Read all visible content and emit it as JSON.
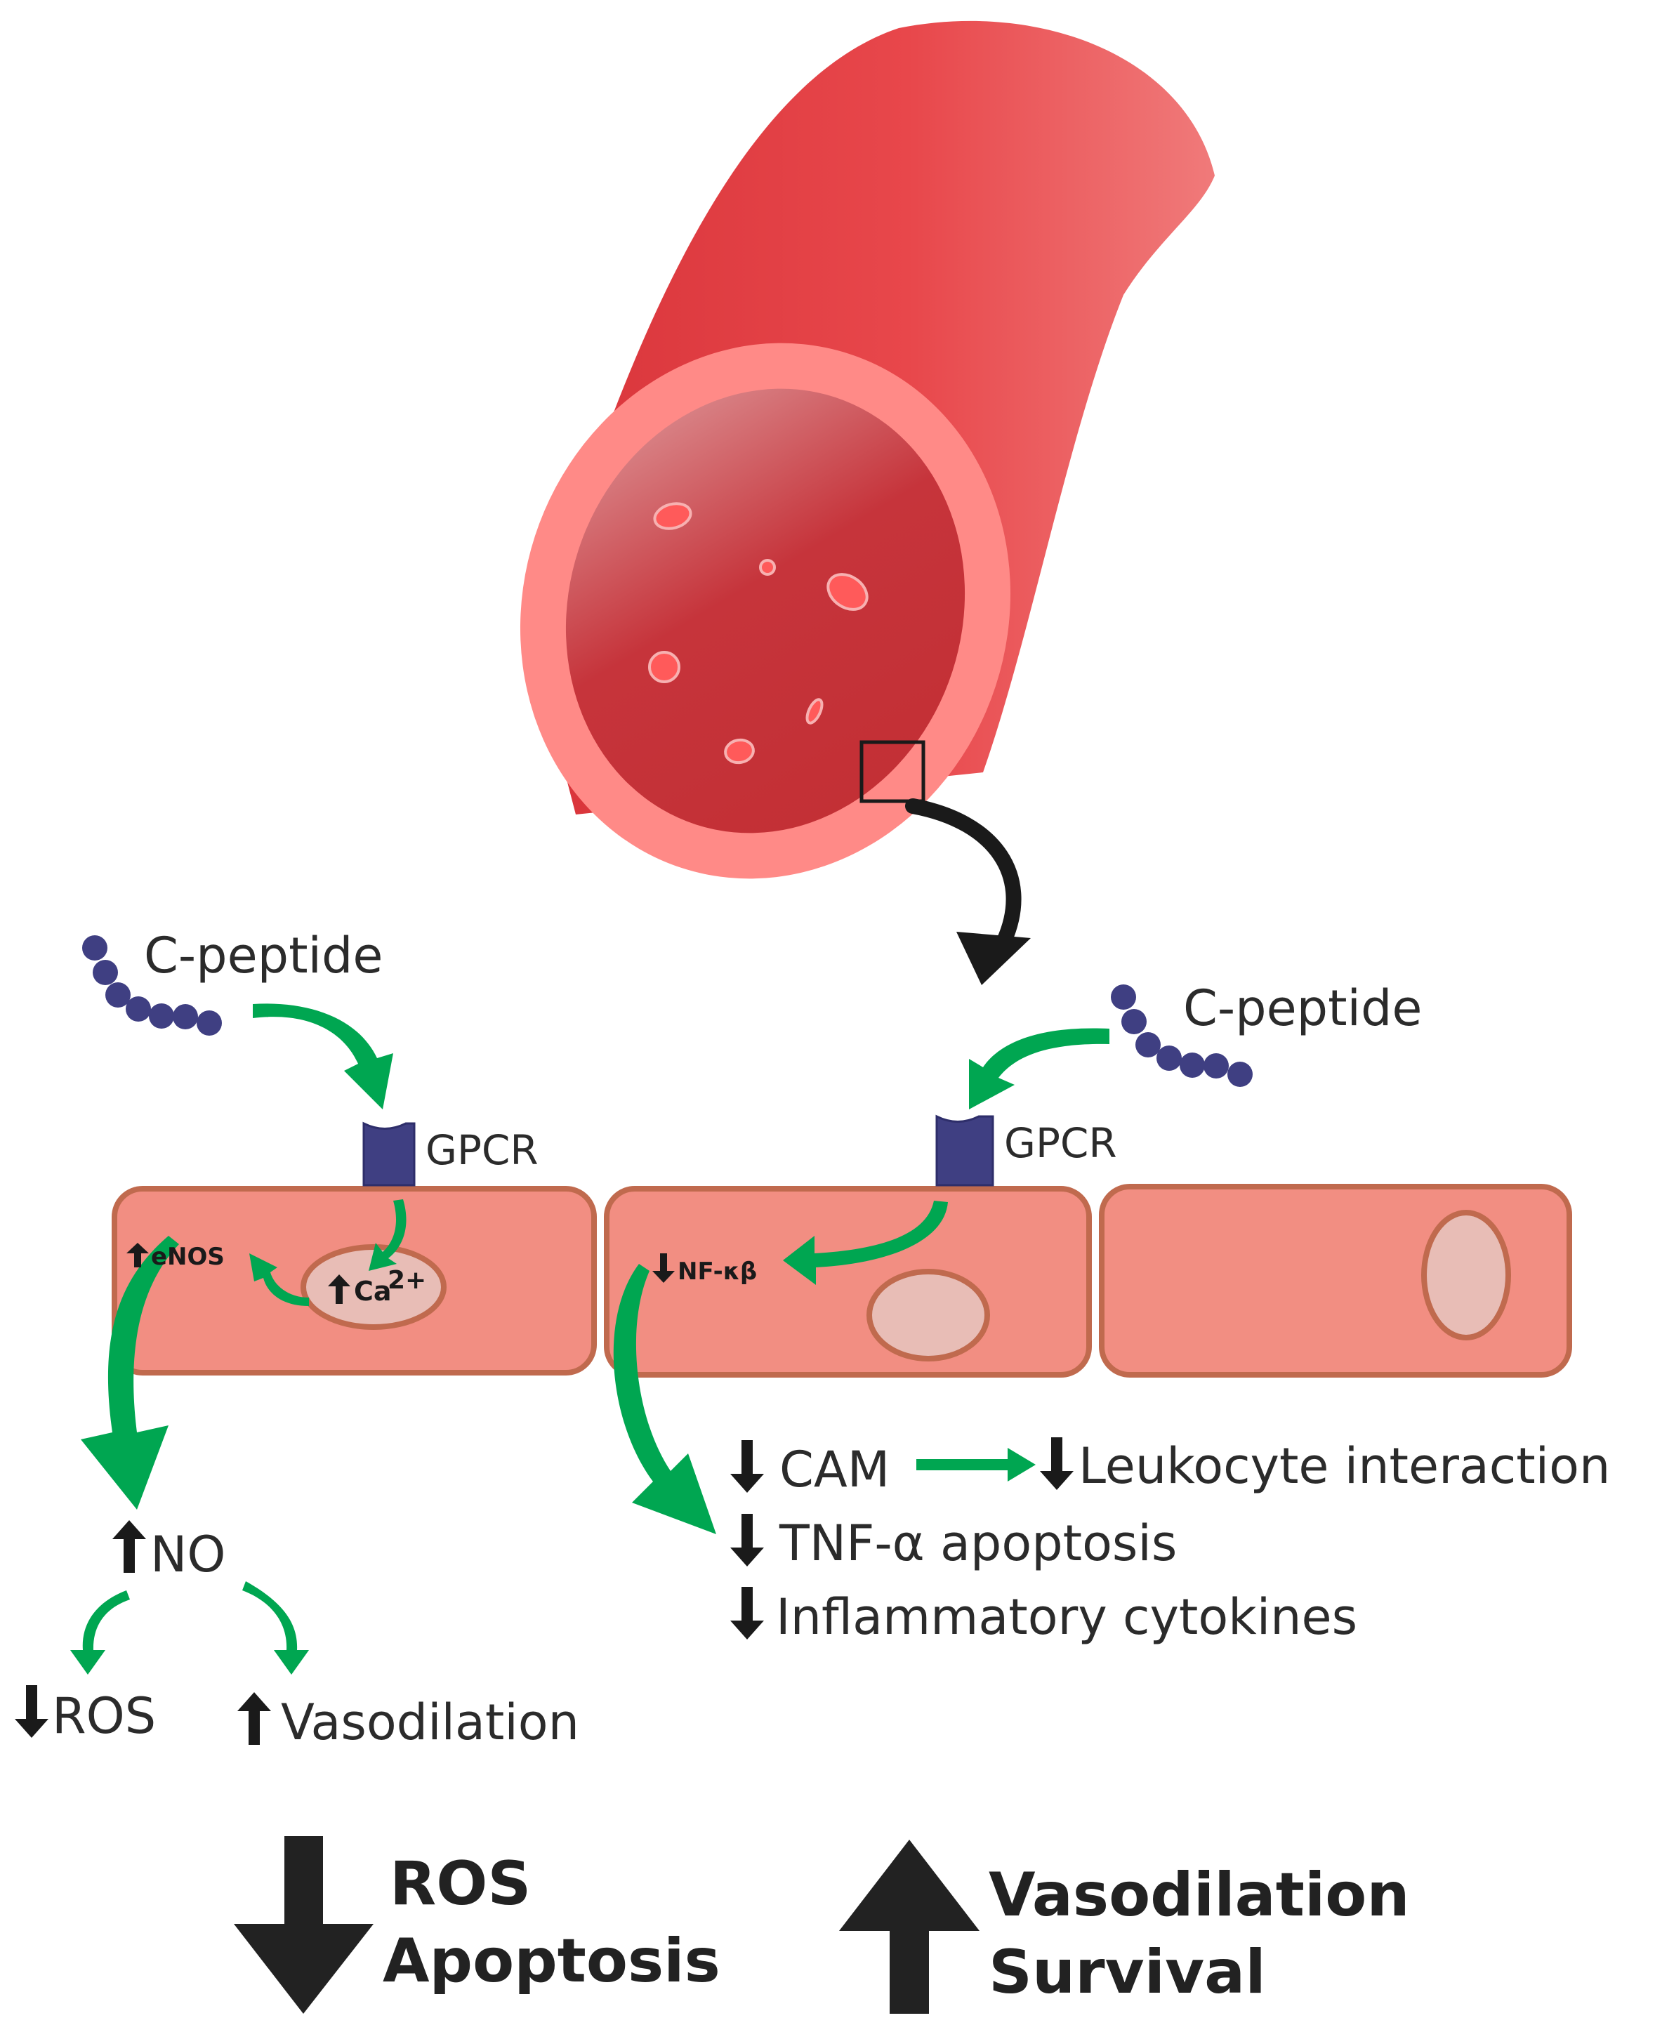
{
  "colors": {
    "vessel_outer": "#e0383d",
    "vessel_wall": "#ff8a87",
    "lumen": "#c6343b",
    "cell_fill": "#f28e82",
    "cell_border": "#c06a4e",
    "nucleus_fill": "#e8bdb6",
    "receptor": "#3f3f82",
    "peptide": "#3f3f82",
    "green_arrow": "#00a651",
    "dark_arrow": "#222222"
  },
  "left_branch": {
    "peptide_label": "C-peptide",
    "receptor_label": "GPCR",
    "enos_label": "eNOS",
    "ca_label": "Ca",
    "ca_superscript": "2+",
    "no_label": "NO",
    "ros_label": "ROS",
    "vasodilation_label": "Vasodilation"
  },
  "right_branch": {
    "peptide_label": "C-peptide",
    "receptor_label": "GPCR",
    "nfkb_label": "NF-κβ",
    "cam_label": "CAM",
    "leukocyte_label": "Leukocyte interaction",
    "tnf_label": "TNF-α apoptosis",
    "cytokines_label": "Inflammatory cytokines"
  },
  "summary": {
    "decrease_line1": "ROS",
    "decrease_line2": "Apoptosis",
    "increase_line1": "Vasodilation",
    "increase_line2": "Survival"
  }
}
